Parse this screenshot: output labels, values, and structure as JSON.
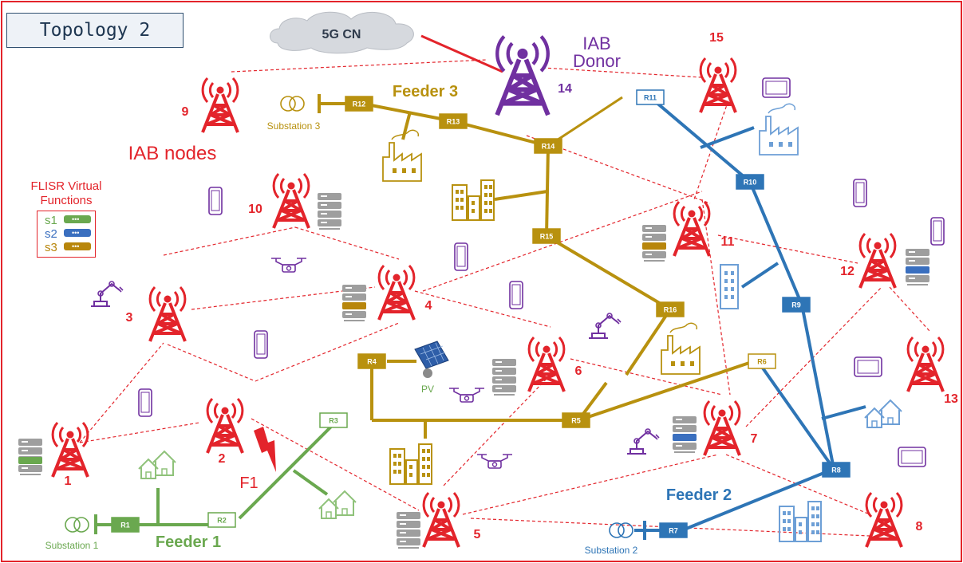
{
  "title": "Topology 2",
  "core_network": "5G CN",
  "donor": {
    "label_line1": "IAB",
    "label_line2": "Donor",
    "number": "14"
  },
  "iab_nodes_label": "IAB nodes",
  "flisr": {
    "heading_line1": "FLISR Virtual",
    "heading_line2": "Functions",
    "items": [
      {
        "label": "s1",
        "color": "#6aa84f"
      },
      {
        "label": "s2",
        "color": "#3a6fbf"
      },
      {
        "label": "s3",
        "color": "#b8860b"
      }
    ]
  },
  "node_numbers": [
    "1",
    "2",
    "3",
    "4",
    "5",
    "6",
    "7",
    "8",
    "9",
    "10",
    "11",
    "12",
    "13",
    "15"
  ],
  "feeders": {
    "feeder1": {
      "label": "Feeder 1",
      "color": "#6aa84f"
    },
    "feeder2": {
      "label": "Feeder 2",
      "color": "#2e75b6"
    },
    "feeder3": {
      "label": "Feeder 3",
      "color": "#b8910f"
    }
  },
  "substations": {
    "s1": "Substation 1",
    "s2": "Substation 2",
    "s3": "Substation 3"
  },
  "relays": {
    "R1": "R1",
    "R2": "R2",
    "R3": "R3",
    "R4": "R4",
    "R5": "R5",
    "R6": "R6",
    "R7": "R7",
    "R8": "R8",
    "R9": "R9",
    "R10": "R10",
    "R11": "R11",
    "R12": "R12",
    "R13": "R13",
    "R14": "R14",
    "R15": "R15",
    "R16": "R16"
  },
  "fault_label": "F1",
  "pv_label": "PV",
  "colors": {
    "red": "#e3242b",
    "purple": "#7030a0",
    "gold": "#b8910f",
    "blue": "#2e75b6",
    "green": "#6aa84f"
  }
}
